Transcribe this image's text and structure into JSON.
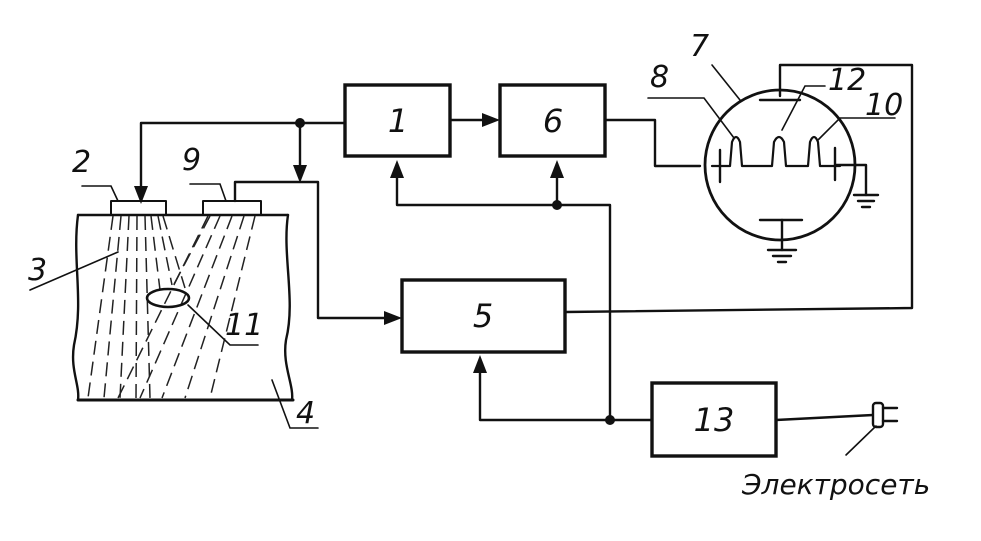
{
  "blocks": {
    "b1": "1",
    "b5": "5",
    "b6": "6",
    "b13": "13"
  },
  "labels": {
    "l2": "2",
    "l3": "3",
    "l4": "4",
    "l7": "7",
    "l8": "8",
    "l9": "9",
    "l10": "10",
    "l11": "11",
    "l12": "12"
  },
  "mains_label": "Электросеть"
}
